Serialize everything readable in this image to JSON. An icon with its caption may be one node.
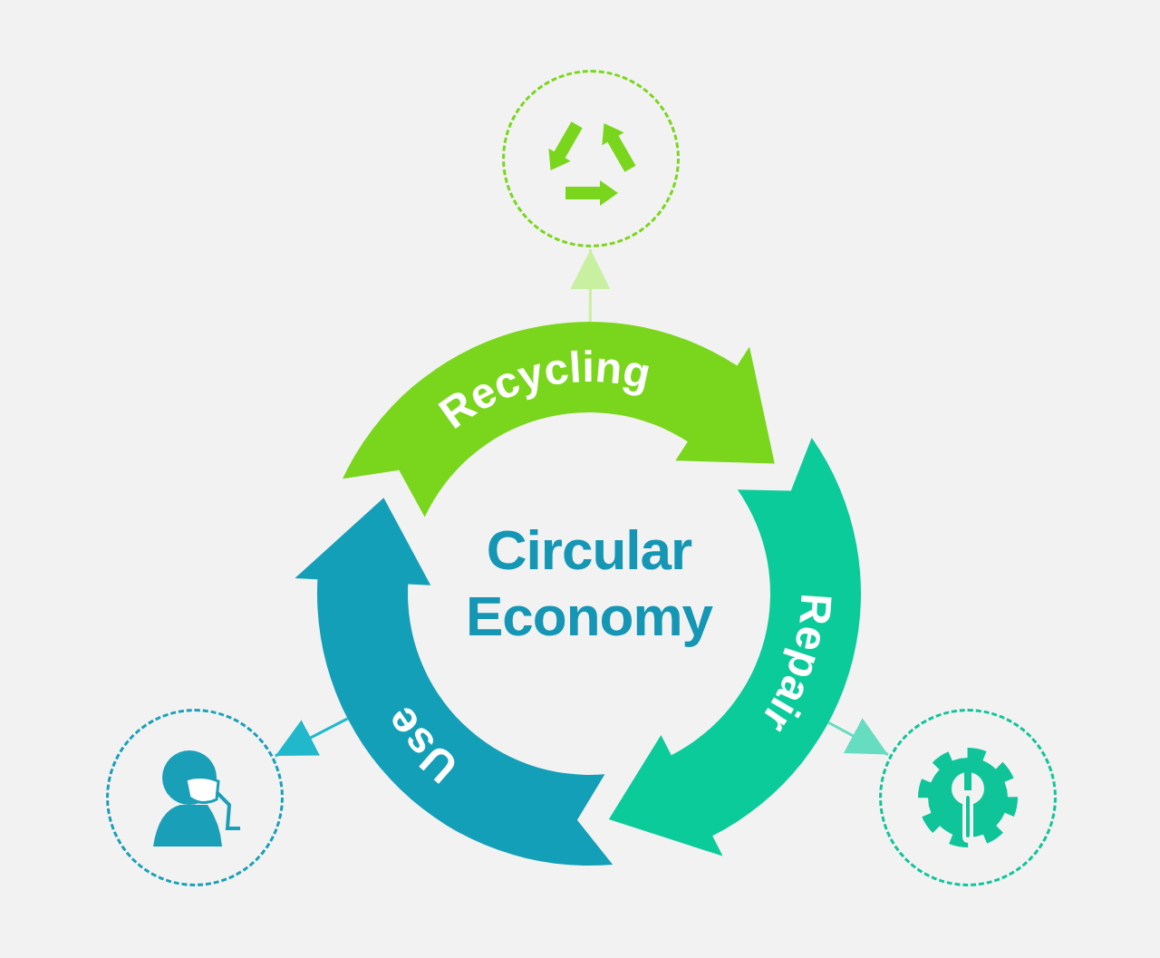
{
  "diagram": {
    "nodes": [
      {
        "text": [
          "Circular Economy"
        ]
      },
      {
        "text": [
          "Recycling"
        ]
      },
      {
        "text": [
          "Repair"
        ]
      },
      {
        "text": [
          "Use"
        ]
      },
      {
        "text": [],
        "shape": "circle"
      },
      {
        "text": [],
        "shape": "circle"
      },
      {
        "text": [],
        "shape": "circle"
      }
    ],
    "edges": [
      {
        "from": 1,
        "to": 4,
        "arrow": "to",
        "color": "#c8f0a0"
      },
      {
        "from": 2,
        "to": 5,
        "arrow": "to",
        "color": "#66dcc0"
      },
      {
        "from": 3,
        "to": 6,
        "arrow": "to",
        "color": "#22b8cc"
      }
    ]
  }
}
